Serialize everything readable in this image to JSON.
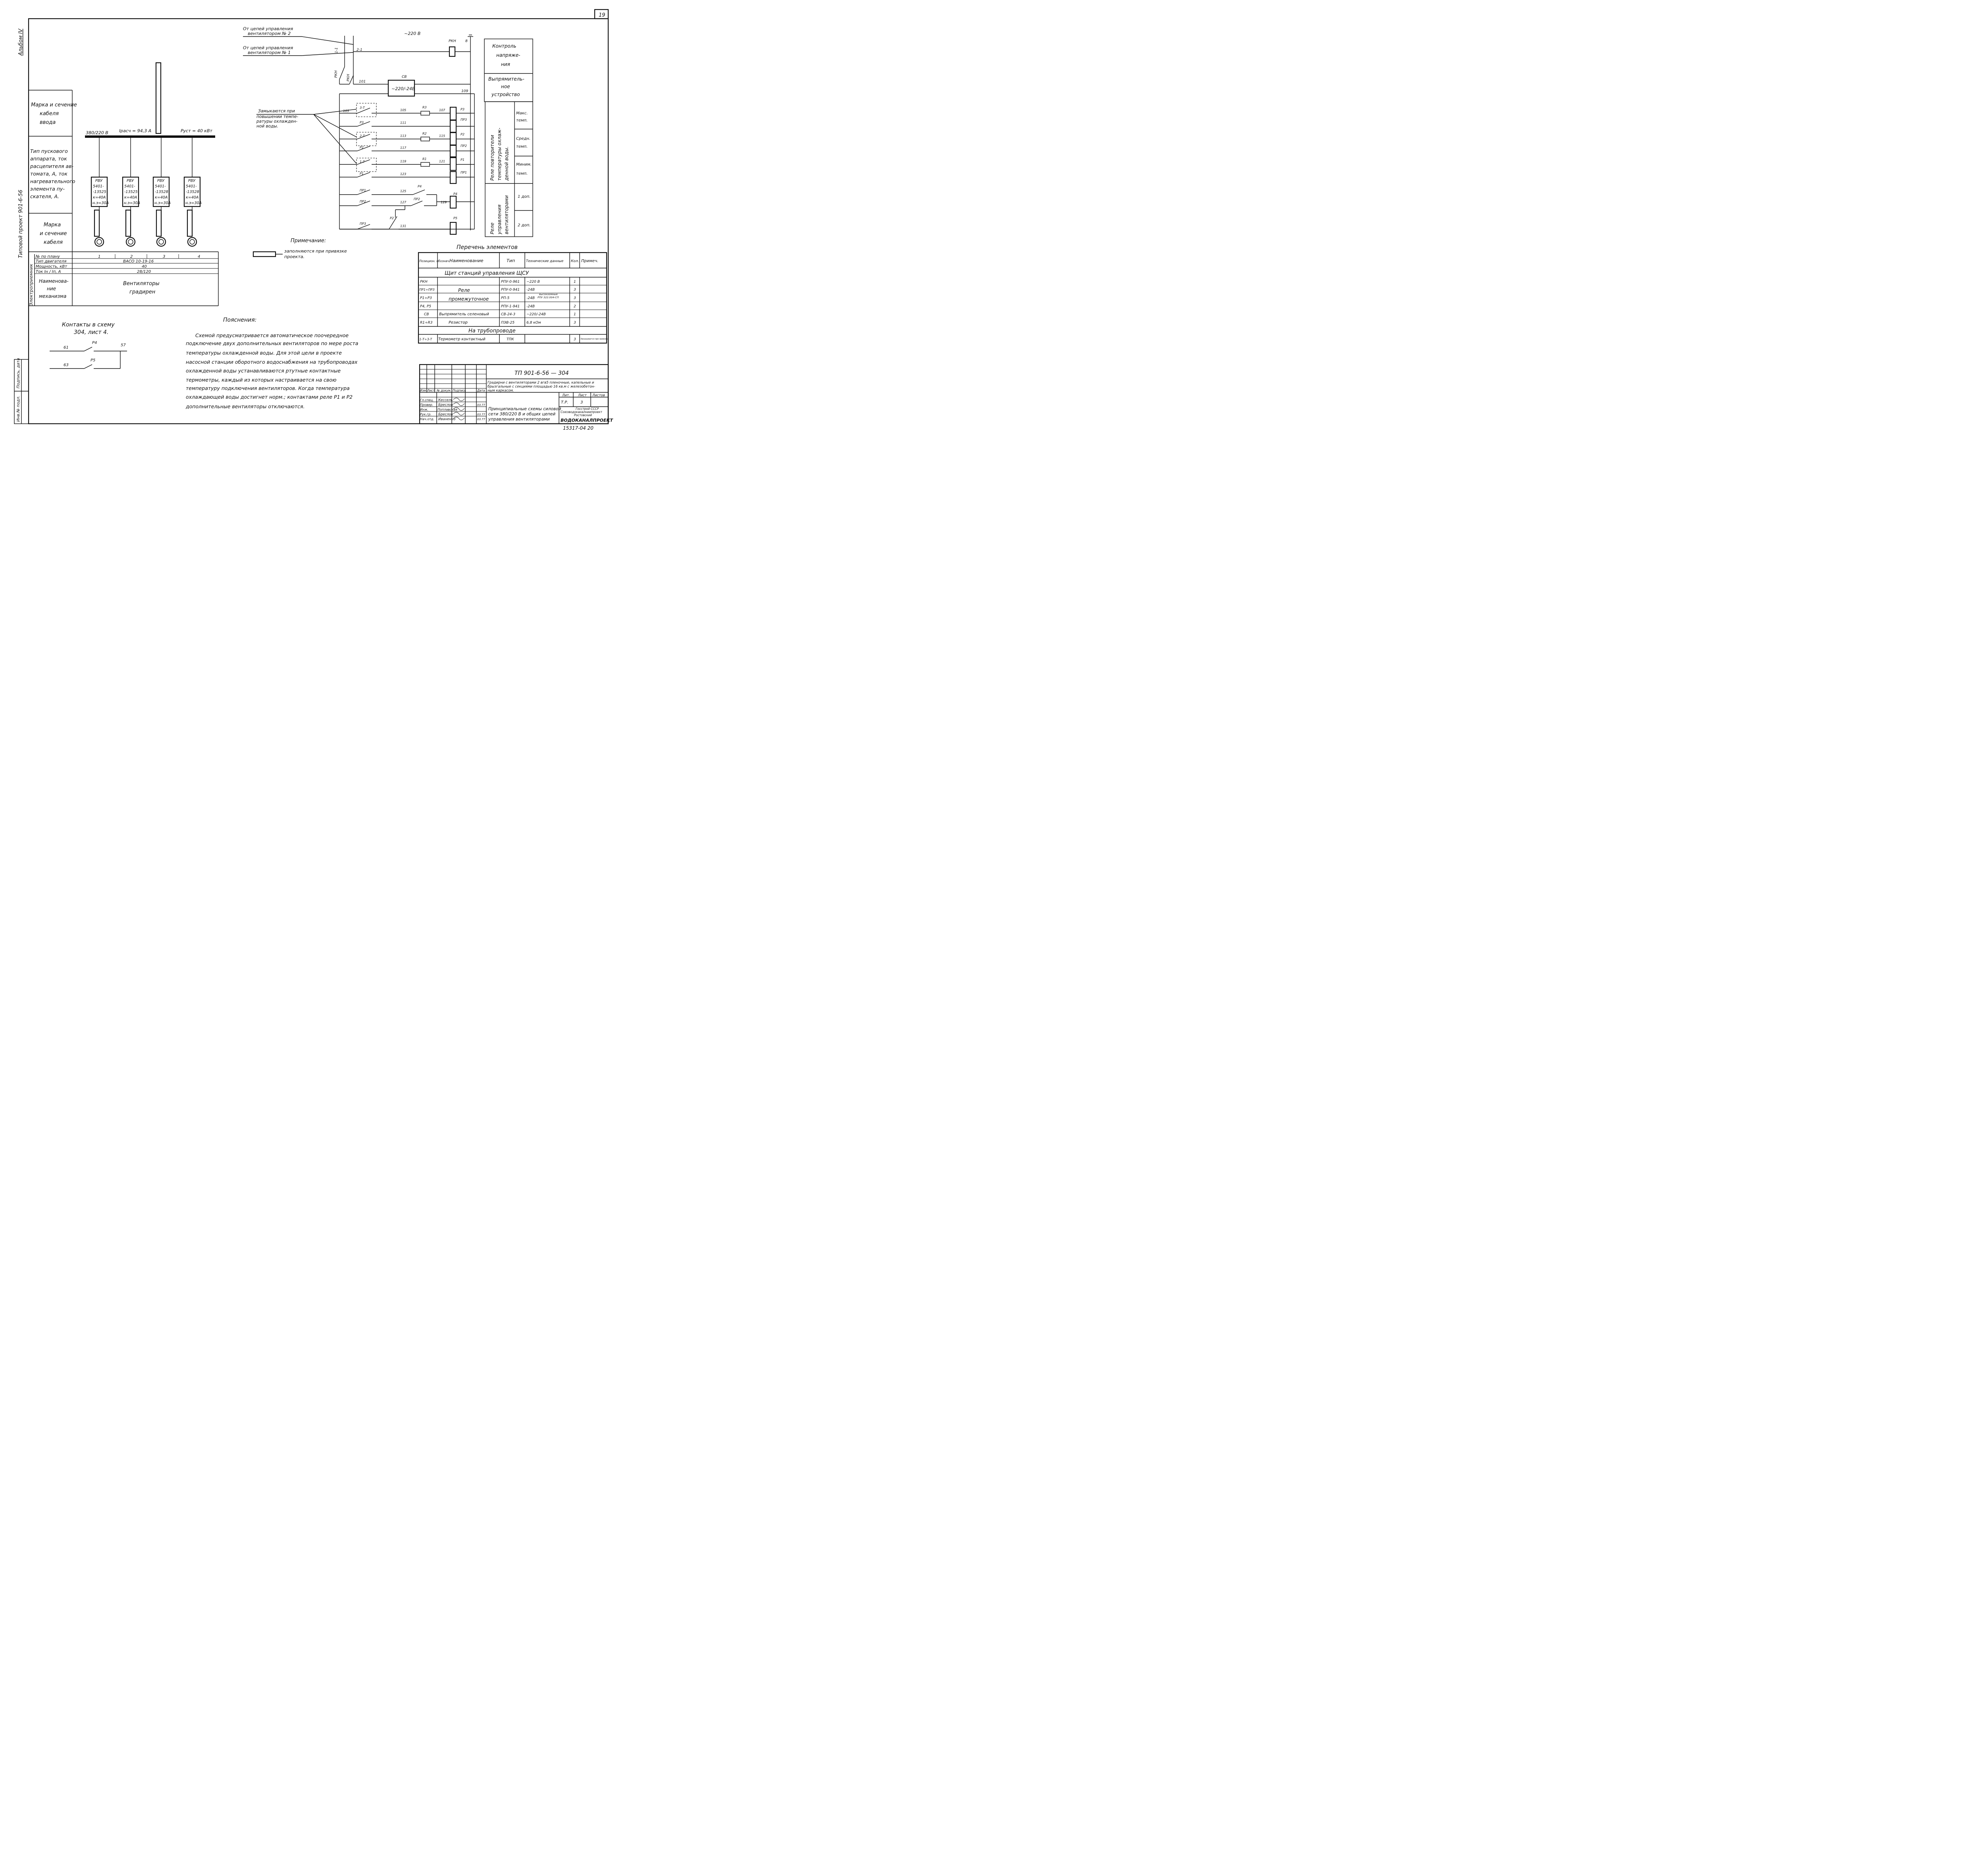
{
  "sheet_number": "19",
  "album": "Альбом IV",
  "side_project": "Типовой проект 901-6-56",
  "left_table": {
    "input_cable": [
      "Марка и сечение",
      "кабеля",
      "ввода"
    ],
    "starter": [
      "Тип пускового",
      "аппарата, ток",
      "расцепителя ав-",
      "томата, А, ток",
      "нагревательного",
      "элемента пу-",
      "скателя, А."
    ],
    "cable": [
      "Марка",
      "и сечение",
      "кабеля"
    ],
    "side_caption": "Электроприемник",
    "row_labels": [
      "№ по плану",
      "Тип двигателя",
      "Мощность, кВт",
      "Ток Iн / Iп, А"
    ],
    "mechanism_label": [
      "Наименова-",
      "ние",
      "механизма"
    ],
    "numbers": [
      "1",
      "2",
      "3",
      "4"
    ],
    "motor_type": "ВАСО 10-19-16",
    "power": "40",
    "current": "28/120",
    "mechanism": [
      "Вентиляторы",
      "градирен"
    ]
  },
  "power_circuit": {
    "voltage": "380/220 В",
    "i_calc": "Iрасч = 94,3 А",
    "p_inst": "Руст = 40 кВт",
    "boxes": [
      [
        "РВУ",
        "5401-",
        "-13525",
        "к=40А",
        "н.э=30А"
      ],
      [
        "РВУ",
        "5401-",
        "-13525",
        "к=40А",
        "н.э=30А"
      ],
      [
        "РВУ",
        "5401-",
        "-13528",
        "к=40А",
        "н.э=30А"
      ],
      [
        "РВУ",
        "5401-",
        "-13528",
        "к=40А",
        "н.э=30А"
      ]
    ]
  },
  "control_circuit": {
    "from_fan2": [
      "От цепей управления",
      "вентилятором № 2"
    ],
    "from_fan1": [
      "От цепей управления",
      "вентилятором № 1"
    ],
    "supply": "~220 В",
    "closing_note": [
      "Замыкаются при",
      "повышении темпе-",
      "ратуры охлажден-",
      "ной воды."
    ],
    "rectifier": "~220/-24В",
    "labels": {
      "rkn": "РКН",
      "n8": "8",
      "n21": "2-1",
      "l1": "1-1",
      "rkn_a": "РКН",
      "rkn_b": "РКН",
      "n101": "101",
      "cv": "СВ",
      "n109": "109",
      "t3": "3-Т",
      "n103": "103",
      "n105": "105",
      "r3": "R3",
      "n107": "107",
      "p3": "Р3",
      "p3c": "Р3",
      "n111": "111",
      "pp3": "ПР3",
      "t2": "2-Т",
      "n113": "113",
      "r2": "R2",
      "n115": "115",
      "p2": "Р2",
      "p2c": "Р2",
      "n117": "117",
      "pp2": "ПР2",
      "t1": "1-Т",
      "n119": "119",
      "r1": "R1",
      "n121": "121",
      "p1": "Р1",
      "p1c": "Р1",
      "n123": "123",
      "pp1": "ПР1",
      "pp1c": "ПР1",
      "n125": "125",
      "p4": "Р4",
      "pp2c": "ПР2",
      "n127": "127",
      "pp2d": "ПР2",
      "n129": "129",
      "p4c": "Р4",
      "pp3c": "ПР3",
      "n131": "131",
      "p2d": "Р2",
      "p5": "Р5"
    }
  },
  "control_table": {
    "voltage": [
      "Контроль",
      "напряже-",
      "ния"
    ],
    "rectifier": [
      "Выпрямитель-",
      "ное",
      "устройство"
    ],
    "relay_temp": [
      "Реле повторители",
      "температуры охлаж-",
      "денной воды."
    ],
    "max": [
      "Макс.",
      "темп."
    ],
    "mid": [
      "Средн.",
      "темп."
    ],
    "min": [
      "Миним.",
      "темп."
    ],
    "relay_fan": [
      "Реле",
      "управления",
      "вентиляторами"
    ],
    "fan1": "1 доп.",
    "fan2": "2 доп."
  },
  "note": {
    "title": "Примечание:",
    "text": [
      "заполняются при привязке",
      "проекта."
    ]
  },
  "elements": {
    "title": "Перечень элементов",
    "headers": [
      "Позицион. обознач.",
      "Наименование",
      "Тип",
      "Технические данные",
      "Кол.",
      "Примеч."
    ],
    "section1": "Щит станций управления ЩСУ",
    "rows": [
      [
        "РКН",
        "",
        "РПУ-0-961",
        "~220 В",
        "1",
        ""
      ],
      [
        "ПР1÷ПР3",
        "",
        "РПУ-0-941",
        "-24В",
        "3",
        ""
      ],
      [
        "Р1÷Р3",
        "",
        "РП-5",
        "-24В",
        "3",
        ""
      ],
      [
        "Р4, Р5",
        "",
        "РПУ-1-941",
        "-24В",
        "2",
        ""
      ],
      [
        "СВ",
        "Выпрямитель селеновый",
        "СВ-24-3",
        "~220/-24В",
        "1",
        ""
      ],
      [
        "R1÷R3",
        "Резистор",
        "ПЭВ-25",
        "6,8 кОм",
        "3",
        ""
      ]
    ],
    "relay_name": [
      "Реле",
      "промежуточное"
    ],
    "rp5_note": [
      "высокоомные",
      "РПУ 322.004-СП"
    ],
    "section2": "На трубопроводе",
    "thermo": [
      "1-Т÷3-Т",
      "Термометр контактный",
      "ТПК",
      "",
      "3",
      "Заказывается при привязке"
    ]
  },
  "contacts": {
    "title": [
      "Контакты в схему",
      "304, лист 4."
    ],
    "p4": "Р4",
    "p5": "Р5",
    "n61": "61",
    "n63": "63",
    "n57": "57"
  },
  "explanations": {
    "title": "Пояснения:",
    "lines": [
      "Схемой предусматривается автоматическое поочередное",
      "подключение двух дополнительных вентиляторов по мере роста",
      "температуры охлажденной воды. Для этой цели в проекте",
      "насосной станции оборотного водоснабжения на трубопроводах",
      "охлажденной воды устанавливаются ртутные контактные",
      "термометры, каждый из которых настраивается на свою",
      "температуру подключения вентиляторов. Когда температура",
      "охлаждающей воды достигнет норм.; контактами реле Р1 и Р2",
      "дополнительные вентиляторы отключаются."
    ]
  },
  "title_block": {
    "code": "ТП 901-6-56 — 304",
    "subject": [
      "Градирни с вентиляторами 2 вгв5 пленочные, капельные и",
      "брызгальные с секциями площадью 16 кв.м с железобетон-",
      "ным каркасом."
    ],
    "cols": [
      "Изм",
      "Лист",
      "№ докум.",
      "Подпись",
      "Дата"
    ],
    "people": [
      [
        "Гл.спец.",
        "Кессель",
        "",
        ""
      ],
      [
        "Провер.",
        "Бреслов",
        "",
        "03.77"
      ],
      [
        "Инж.",
        "Поплавская",
        "",
        ""
      ],
      [
        "Рук.гр.",
        "Бреслов",
        "",
        "03.77"
      ],
      [
        "Нач.отд.",
        "Иваненко",
        "",
        "03.77"
      ]
    ],
    "description": [
      "Принципиальные схемы силовой",
      "сети 380/220 В и общих цепей",
      "управления вентиляторами"
    ],
    "lit_headers": [
      "Лит.",
      "Лист",
      "Листов"
    ],
    "lit": "Т.Р.",
    "sheet": "3",
    "org": [
      "Госстрой СССР",
      "Союзводоканалниипроект",
      "Ростовский"
    ],
    "org_main": "ВОДОКАНАЛПРОЕКТ"
  },
  "left_stamp": [
    "Подпись, дата",
    "Инв.№ подл."
  ],
  "footer": "15317-04   20"
}
